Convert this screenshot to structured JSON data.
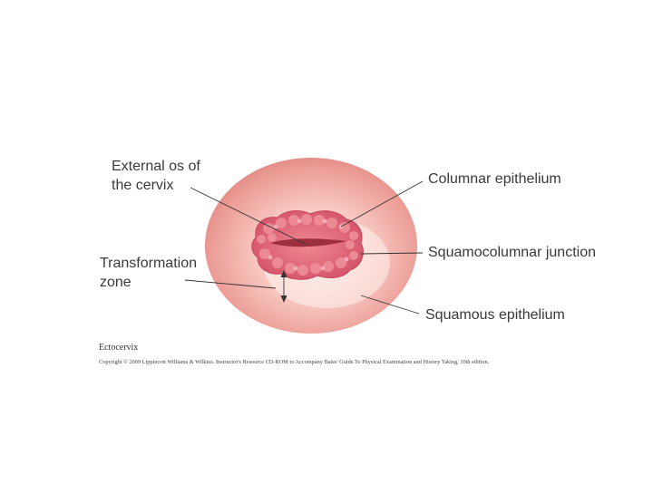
{
  "labels": {
    "external_os": "External os of\nthe cervix",
    "columnar": "Columnar epithelium",
    "transformation": "Transformation\nzone",
    "squamocolumnar": "Squamocolumnar junction",
    "squamous": "Squamous epithelium"
  },
  "caption": "Ectocervix",
  "copyright": "Copyright © 2009 Lippincott Williams & Wilkins. Instructor's Resource CD-ROM to Accompany Bates' Guide To Physical Examination and History Taking, 10th edition.",
  "colors": {
    "outer_tissue": "#e48a84",
    "inner_highlight": "#fbe1dc",
    "columnar_tissue": "#d85c6c",
    "os_slit": "#9c2f3e",
    "leader_line": "#333333"
  }
}
